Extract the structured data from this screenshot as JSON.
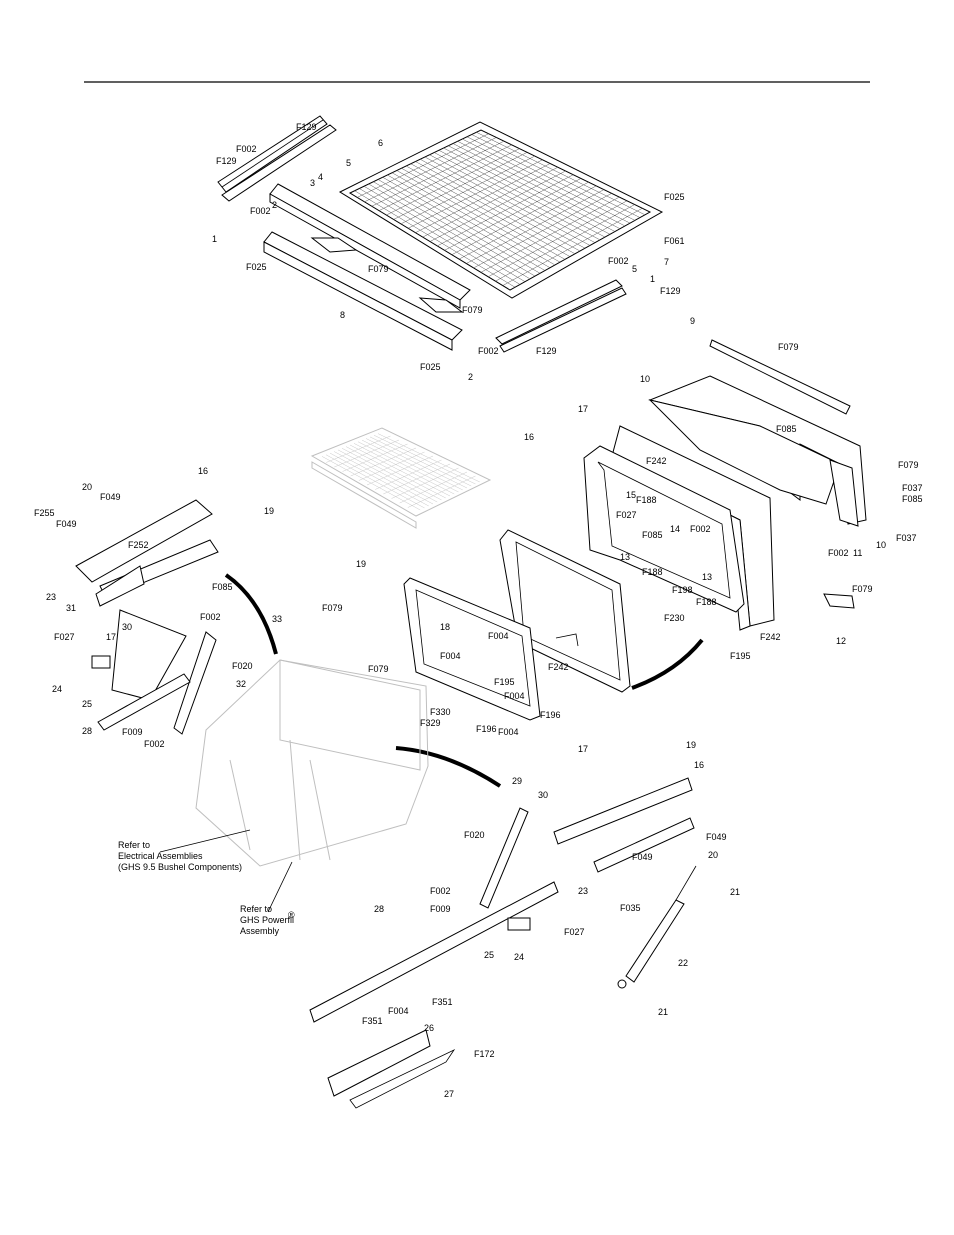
{
  "diagram": {
    "part_labels": [
      "F129",
      "F002",
      "F129",
      "5",
      "6",
      "3",
      "4",
      "2",
      "1",
      "F002",
      "F025",
      "F079",
      "8",
      "F079",
      "2",
      "F025",
      "F002",
      "F129",
      "5",
      "1",
      "F129",
      "F002",
      "F061",
      "7",
      "F025",
      "9",
      "F079",
      "10",
      "F085",
      "17",
      "16",
      "F242",
      "15",
      "F188",
      "F027",
      "14",
      "F002",
      "F085",
      "13",
      "13",
      "F188",
      "F198",
      "F188",
      "F230",
      "F242",
      "F195",
      "F079",
      "F037",
      "F085",
      "10",
      "F037",
      "F002",
      "11",
      "F079",
      "12",
      "20",
      "F049",
      "16",
      "F255",
      "F049",
      "19",
      "F252",
      "23",
      "31",
      "F085",
      "30",
      "F002",
      "17",
      "F027",
      "24",
      "25",
      "F020",
      "32",
      "28",
      "F009",
      "F002",
      "33",
      "F079",
      "19",
      "18",
      "F004",
      "F004",
      "F242",
      "F195",
      "F004",
      "F079",
      "F330",
      "F329",
      "F196",
      "F004",
      "F196",
      "17",
      "19",
      "16",
      "29",
      "30",
      "F020",
      "F049",
      "F049",
      "20",
      "23",
      "F035",
      "21",
      "F002",
      "F009",
      "28",
      "25",
      "24",
      "F027",
      "22",
      "21",
      "F351",
      "F351",
      "F004",
      "26",
      "F172",
      "27"
    ],
    "callouts": [
      "Refer to\nElectrical Assemblies\n(GHS 9.5 Bushel Components)",
      "Refer to\nGHS Powerfil\nAssembly"
    ],
    "registered_mark": "®",
    "line_color": "#000000",
    "ghost_color": "#bfbfbf"
  }
}
